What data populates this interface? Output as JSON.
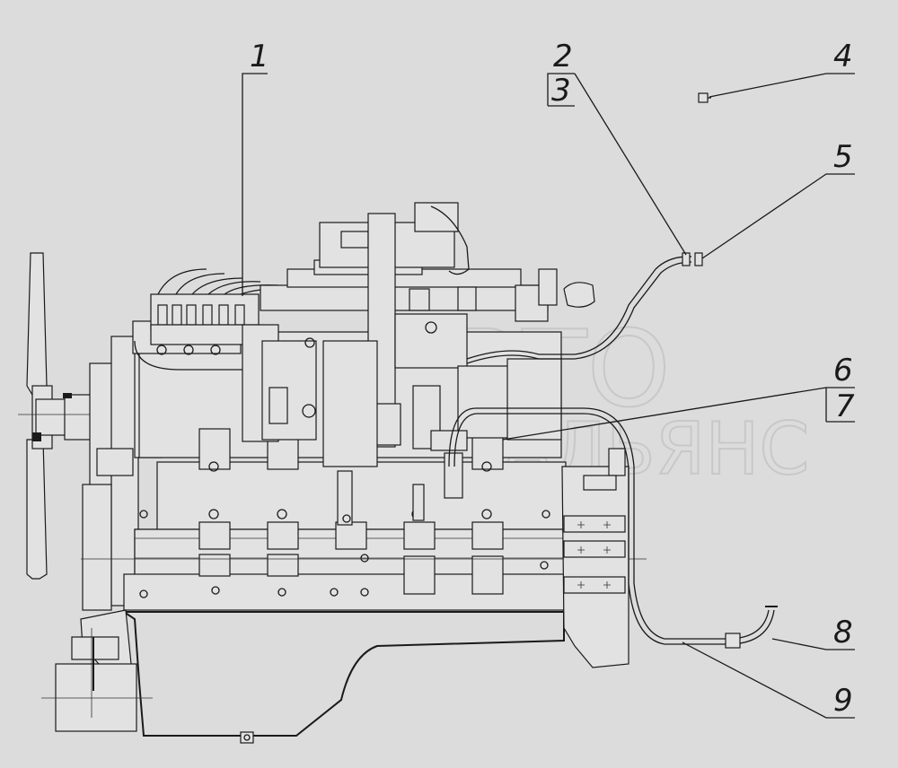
{
  "watermark": {
    "line1": "АВТО",
    "line2": "АЛЬЯНС"
  },
  "callouts": [
    {
      "id": "1",
      "text": "1"
    },
    {
      "id": "2",
      "text": "2"
    },
    {
      "id": "3",
      "text": "3"
    },
    {
      "id": "4",
      "text": "4"
    },
    {
      "id": "5",
      "text": "5"
    },
    {
      "id": "6",
      "text": "6"
    },
    {
      "id": "7",
      "text": "7"
    },
    {
      "id": "8",
      "text": "8"
    },
    {
      "id": "9",
      "text": "9"
    }
  ],
  "colors": {
    "background": "#dcdcdc",
    "ink": "#1a1a1a",
    "watermark": "#c8c8c8"
  }
}
